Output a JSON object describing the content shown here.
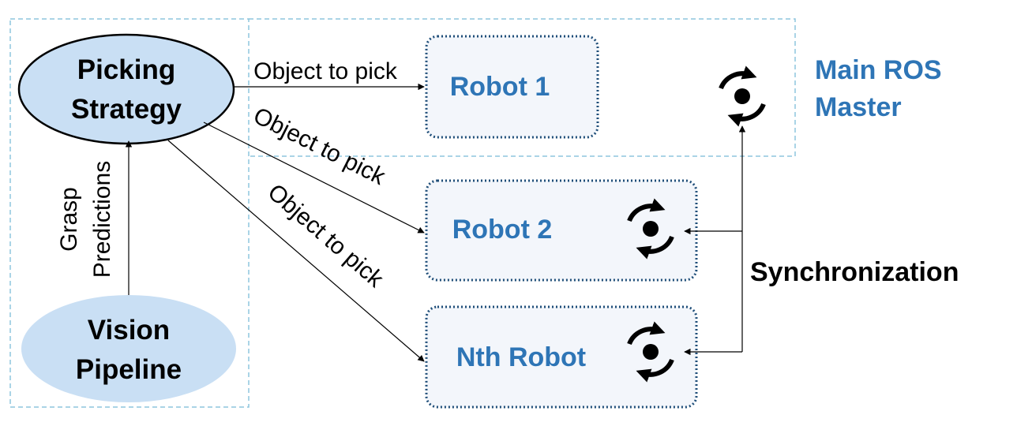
{
  "region_label": {
    "line1": "Main ROS",
    "line2": "Master"
  },
  "nodes": {
    "picking_strategy": {
      "line1": "Picking",
      "line2": "Strategy"
    },
    "vision_pipeline": {
      "line1": "Vision",
      "line2": "Pipeline"
    },
    "robot_1": "Robot 1",
    "robot_2": "Robot 2",
    "robot_n": "Nth Robot"
  },
  "edges": {
    "to_robot_1": "Object to pick",
    "to_robot_2": "Object to pick",
    "to_robot_n": "Object to pick",
    "grasp": {
      "line1": "Grasp",
      "line2": "Predictions"
    },
    "sync": "Synchronization"
  },
  "icons": [
    "ros-sync-icon"
  ],
  "colors": {
    "ellipse_fill": "#c9dff4",
    "robot_text": "#2e75b6",
    "robot_box_border": "#1f4e79",
    "robot_box_fill": "#f3f6fb",
    "region_border": "#8ec5dd"
  }
}
